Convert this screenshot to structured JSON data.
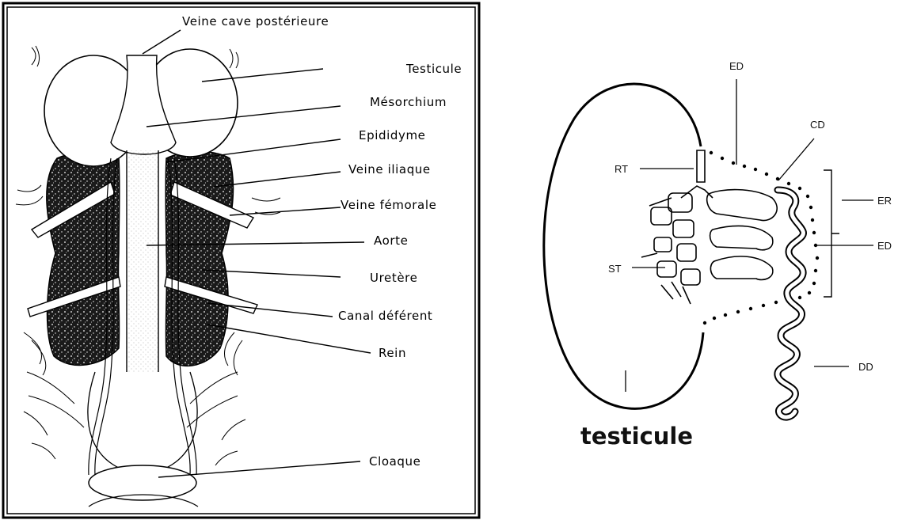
{
  "left_figure": {
    "labels": {
      "veine_cave": "Veine cave postérieure",
      "testicule": "Testicule",
      "mesorchium": "Mésorchium",
      "epididyme": "Epididyme",
      "veine_iliaque": "Veine iliaque",
      "veine_femorale": "Veine fémorale",
      "aorte": "Aorte",
      "uretere": "Uretère",
      "canal_deferent": "Canal déférent",
      "rein": "Rein",
      "cloaque": "Cloaque"
    }
  },
  "right_figure": {
    "labels": {
      "ed_top": "ED",
      "cd": "CD",
      "rt": "RT",
      "er": "ER",
      "st": "ST",
      "ed_right": "ED",
      "dd": "DD",
      "testicule": "testicule"
    }
  }
}
